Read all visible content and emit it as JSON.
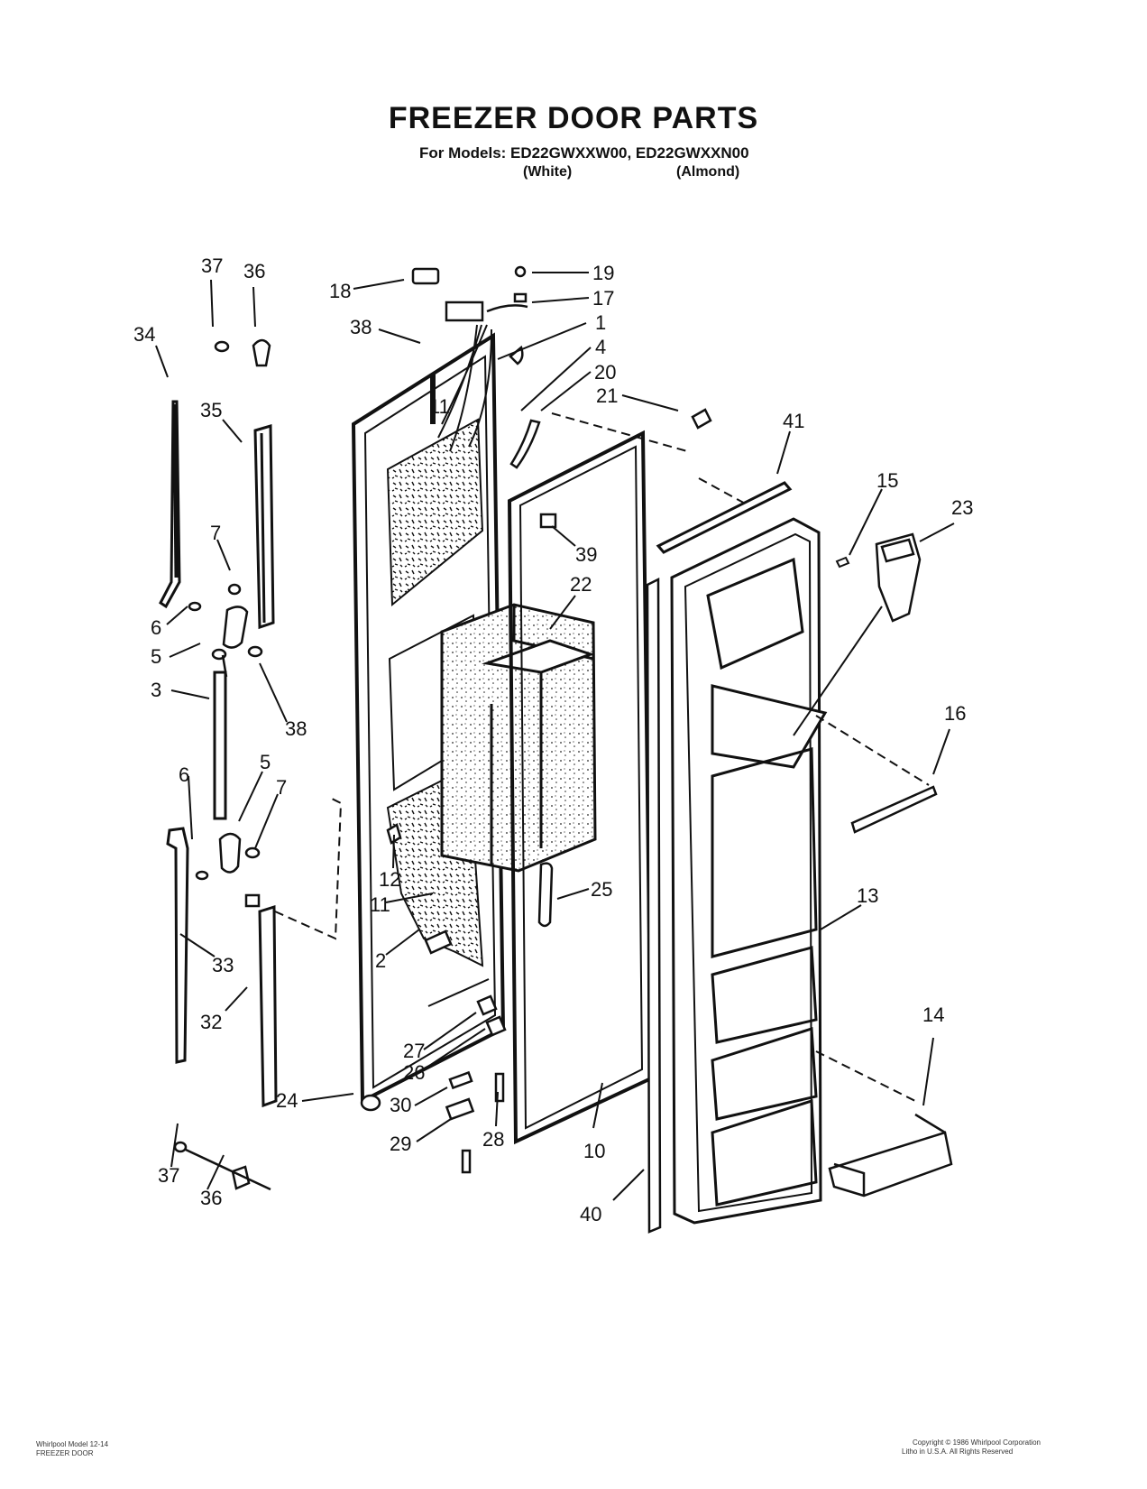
{
  "header": {
    "title": "FREEZER DOOR PARTS",
    "models_line": "For Models: ED22GWXXW00, ED22GWXXN00",
    "color_white": "(White)",
    "color_almond": "(Almond)"
  },
  "callouts": [
    "37",
    "36",
    "34",
    "35",
    "7",
    "6",
    "5",
    "3",
    "38",
    "6",
    "5",
    "7",
    "33",
    "32",
    "37",
    "36",
    "18",
    "38",
    "19",
    "17",
    "1",
    "4",
    "20",
    "21",
    "11",
    "41",
    "15",
    "23",
    "39",
    "22",
    "16",
    "12",
    "11",
    "25",
    "13",
    "2",
    "27",
    "26",
    "24",
    "30",
    "28",
    "29",
    "10",
    "14",
    "40"
  ],
  "footer": {
    "left_1": "Whirlpool Model 12-14",
    "left_2": "FREEZER DOOR",
    "right_1": "Copyright © 1986 Whirlpool Corporation",
    "right_2": "Litho in U.S.A. All Rights Reserved"
  }
}
